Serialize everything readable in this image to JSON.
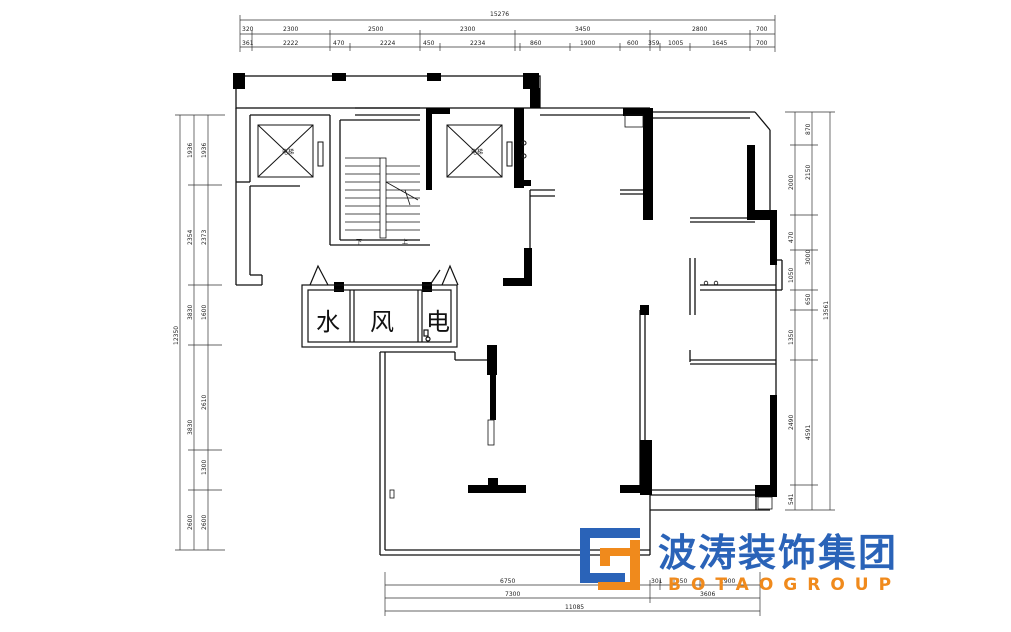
{
  "plan": {
    "top_dims": {
      "total": "15276",
      "row1": [
        "320",
        "2300",
        "2500",
        "2300",
        "3450",
        "2800",
        "700"
      ],
      "row2": [
        "361",
        "2222",
        "470",
        "2224",
        "450",
        "2234",
        "860",
        "1900",
        "600",
        "359",
        "1005",
        "1645",
        "700"
      ]
    },
    "left_dims": {
      "total": "12350",
      "col_outer": [
        "1936",
        "2354",
        "3830",
        "3830",
        "2600"
      ],
      "col_inner": [
        "1936",
        "2373",
        "1600",
        "2610",
        "1300",
        "2600"
      ]
    },
    "right_dims": {
      "total": "13561",
      "col_outer": [
        "870",
        "2150",
        "3000",
        "650",
        "4591"
      ],
      "col_inner": [
        "2000",
        "470",
        "1050",
        "1350",
        "2490",
        "541"
      ]
    },
    "bottom_dims": {
      "row1": [
        "6750",
        "301",
        "1550",
        "1900"
      ],
      "row2": [
        "7300",
        "3606"
      ],
      "total": "11085"
    },
    "rooms": {
      "water": "水",
      "wind": "风",
      "electric": "电"
    },
    "stair": {
      "down": "下",
      "up": "上"
    },
    "elevator_label": "电梯"
  },
  "brand": {
    "name_cn": "波涛装饰集团",
    "name_en": "BOTAOGROUP",
    "colors": {
      "blue": "#2a63b8",
      "orange": "#f08a1c"
    }
  }
}
